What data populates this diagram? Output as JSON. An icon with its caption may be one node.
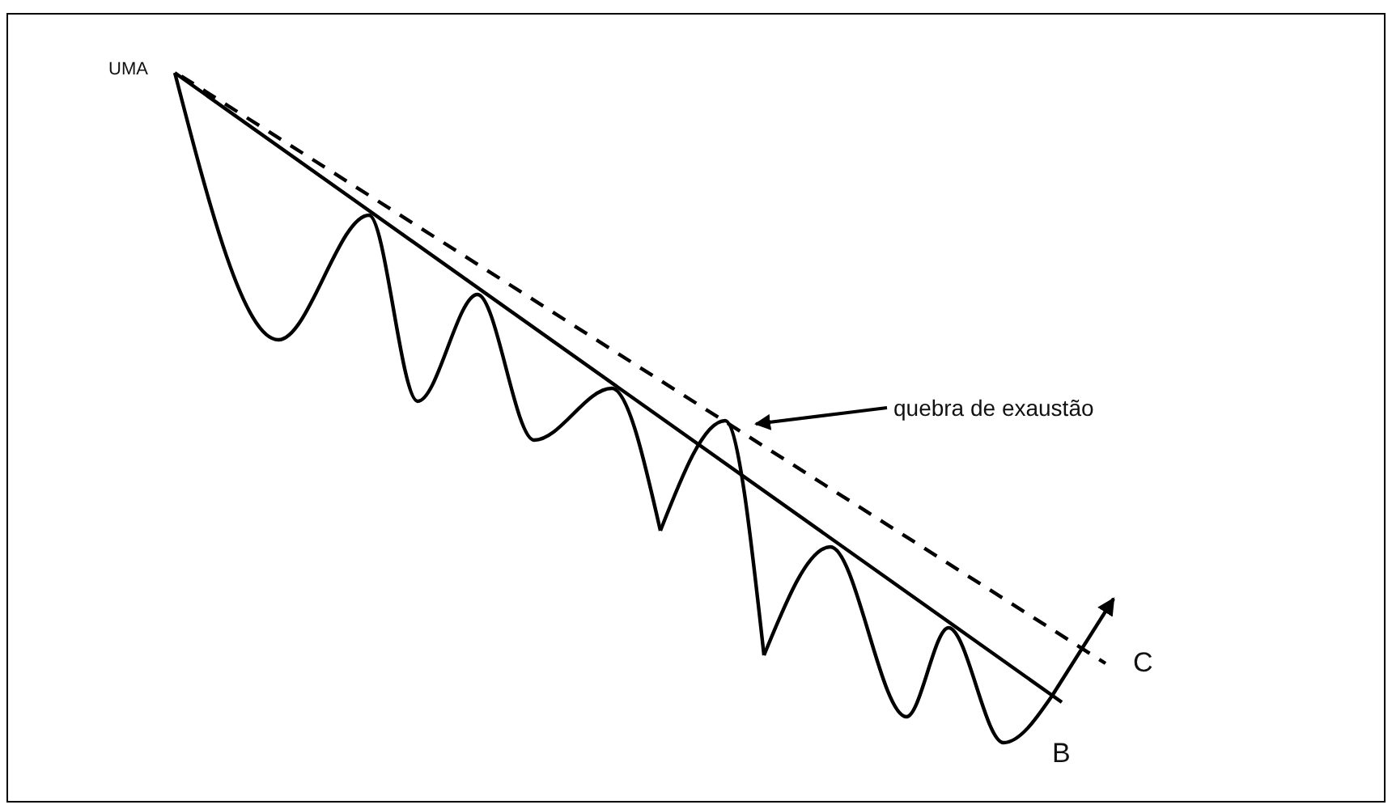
{
  "diagram": {
    "nodes": [
      {
        "text": [
          "quebra de exaustão"
        ]
      },
      {
        "text": [],
        "shape": "picture"
      }
    ],
    "edges": [
      {
        "from": 0,
        "to": 1,
        "arrow": "to"
      }
    ],
    "labels": [
      "UMA",
      "C",
      "B"
    ]
  }
}
